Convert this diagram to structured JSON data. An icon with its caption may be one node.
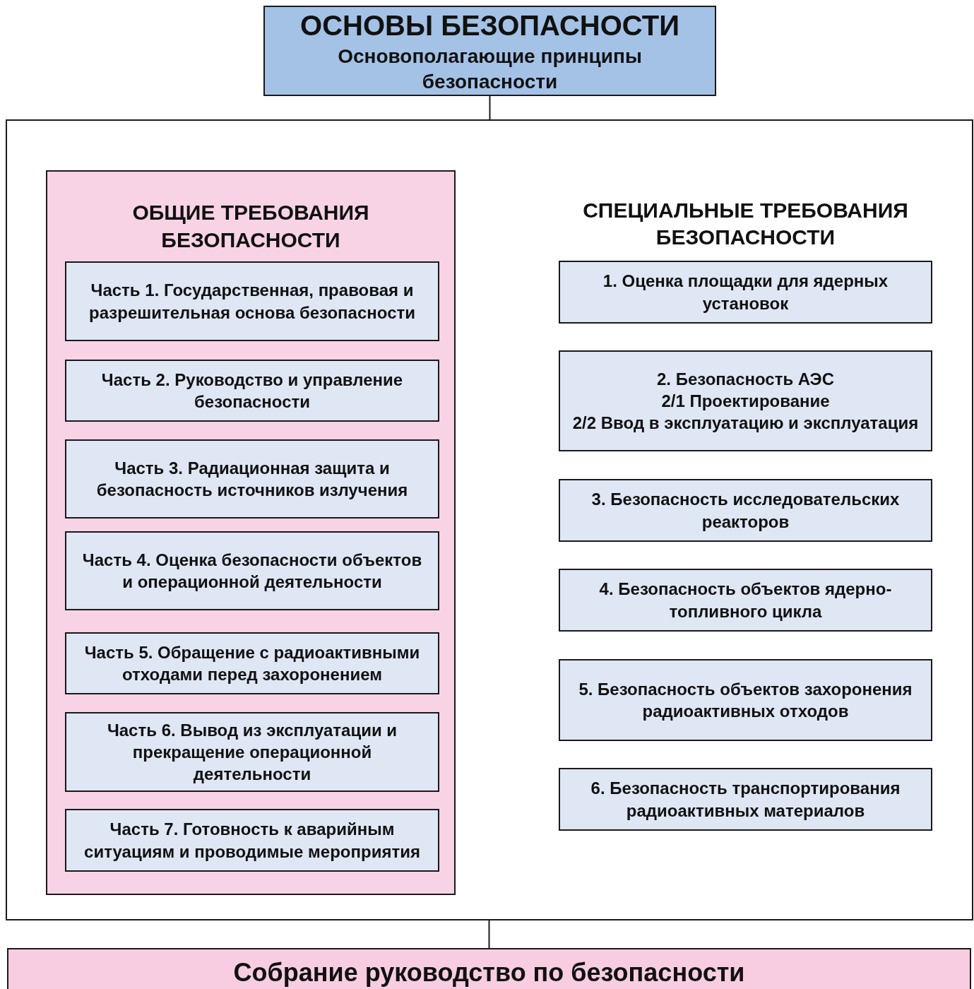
{
  "diagram": {
    "nodes": [
      {
        "text": [
          "ОСНОВЫ БЕЗОПАСНОСТИ",
          "Основополагающие принципы безопасности"
        ]
      },
      {
        "text": [],
        "shape": "box"
      },
      {
        "text": [
          "ОБЩИЕ ТРЕБОВАНИЯ БЕЗОПАСНОСТИ"
        ],
        "in": 1
      },
      {
        "text": [
          "Часть 1. Государственная, правовая и разрешительная основа безопасности"
        ],
        "in": 2
      },
      {
        "text": [
          "Часть 2. Руководство и управление безопасности"
        ],
        "in": 2
      },
      {
        "text": [
          "Часть 3. Радиационная защита и безопасность источников излучения"
        ],
        "in": 2
      },
      {
        "text": [
          "Часть 4. Оценка безопасности объектов и операционной деятельности"
        ],
        "in": 2
      },
      {
        "text": [
          "Часть 5. Обращение с радиоактивными отходами перед захоронением"
        ],
        "in": 2
      },
      {
        "text": [
          "Часть 6. Вывод из эксплуатации и прекращение операционной деятельности"
        ],
        "in": 2
      },
      {
        "text": [
          "Часть 7. Готовность к аварийным ситуациям и проводимые мероприятия"
        ],
        "in": 2
      },
      {
        "text": [
          "1. Оценка площадки для ядерных установок"
        ],
        "in": 1
      },
      {
        "text": [
          "2. Безопасность АЭС",
          "2/1 Проектирование",
          "2/2 Ввод в эксплуатацию и эксплуатация"
        ],
        "in": 1
      },
      {
        "text": [
          "3. Безопасность исследовательских реакторов"
        ],
        "in": 1
      },
      {
        "text": [
          "4. Безопасность объектов ядерно-топливного цикла"
        ],
        "in": 1
      },
      {
        "text": [
          "5. Безопасность объектов захоронения радиоактивных отходов"
        ],
        "in": 1
      },
      {
        "text": [
          "6. Безопасность транспортирования радиоактивных материалов"
        ],
        "in": 1
      },
      {
        "text": [
          "Собрание руководство по безопасности"
        ]
      }
    ],
    "edges": [
      {
        "from": 0,
        "to": 1,
        "arrow": "none"
      },
      {
        "from": 1,
        "to": 16,
        "arrow": "none"
      }
    ],
    "labels": [
      "СПЕЦИАЛЬНЫЕ ТРЕБОВАНИЯ БЕЗОПАСНОСТИ"
    ]
  }
}
